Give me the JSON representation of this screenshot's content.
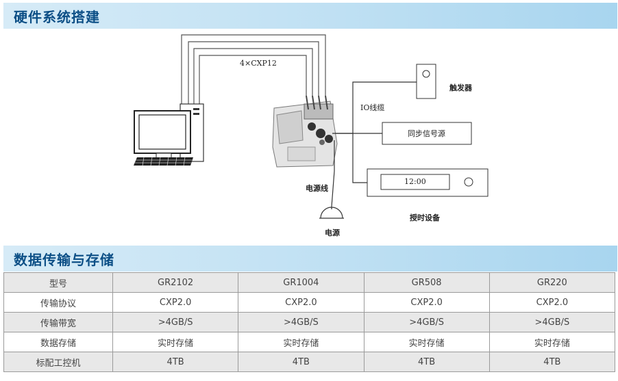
{
  "section1": {
    "title": "硬件系统搭建"
  },
  "diagram": {
    "cable_label": "4×CXP12",
    "io_label": "IO线缆",
    "trigger_label": "触发器",
    "sync_label": "同步信号源",
    "clock_display": "12:00",
    "power_cable_label": "电源线",
    "timing_label": "授时设备",
    "power_label": "电源"
  },
  "section2": {
    "title": "数据传输与存储"
  },
  "table": {
    "header": [
      "型号",
      "GR2102",
      "GR1004",
      "GR508",
      "GR220"
    ],
    "rows": [
      [
        "传输协议",
        "CXP2.0",
        "CXP2.0",
        "CXP2.0",
        "CXP2.0"
      ],
      [
        "传输带宽",
        ">4GB/S",
        ">4GB/S",
        ">4GB/S",
        ">4GB/S"
      ],
      [
        "数据存储",
        "实时存储",
        "实时存储",
        "实时存储",
        "实时存储"
      ],
      [
        "标配工控机",
        "4TB",
        "4TB",
        "4TB",
        "4TB"
      ]
    ]
  }
}
